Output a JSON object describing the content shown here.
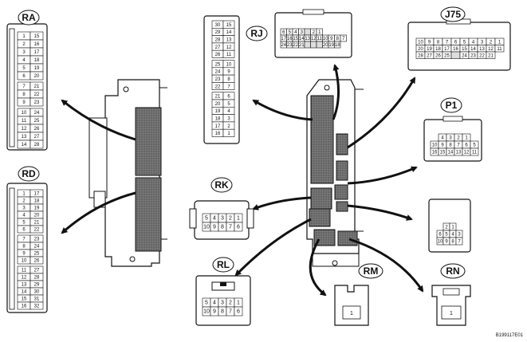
{
  "labels": {
    "ra": "RA",
    "rd": "RD",
    "rj": "RJ",
    "j75": "J75",
    "p1": "P1",
    "rk": "RK",
    "rl": "RL",
    "rm": "RM",
    "rn": "RN"
  },
  "ra_pins": [
    [
      "1",
      "15"
    ],
    [
      "2",
      "16"
    ],
    [
      "3",
      "17"
    ],
    [
      "4",
      "18"
    ],
    [
      "5",
      "19"
    ],
    [
      "6",
      "20"
    ],
    [
      "7",
      "21"
    ],
    [
      "8",
      "22"
    ],
    [
      "9",
      "23"
    ],
    [
      "10",
      "24"
    ],
    [
      "11",
      "25"
    ],
    [
      "12",
      "26"
    ],
    [
      "13",
      "27"
    ],
    [
      "14",
      "28"
    ]
  ],
  "rd_pins": [
    [
      "1",
      "17"
    ],
    [
      "2",
      "18"
    ],
    [
      "3",
      "19"
    ],
    [
      "4",
      "20"
    ],
    [
      "5",
      "21"
    ],
    [
      "6",
      "22"
    ],
    [
      "7",
      "23"
    ],
    [
      "8",
      "24"
    ],
    [
      "9",
      "25"
    ],
    [
      "10",
      "26"
    ],
    [
      "11",
      "27"
    ],
    [
      "12",
      "28"
    ],
    [
      "13",
      "29"
    ],
    [
      "14",
      "30"
    ],
    [
      "15",
      "31"
    ],
    [
      "16",
      "32"
    ]
  ],
  "rj_pins": [
    [
      "30",
      "15"
    ],
    [
      "29",
      "14"
    ],
    [
      "28",
      "13"
    ],
    [
      "27",
      "12"
    ],
    [
      "26",
      "11"
    ],
    [
      "25",
      "10"
    ],
    [
      "24",
      "9"
    ],
    [
      "23",
      "8"
    ],
    [
      "22",
      "7"
    ],
    [
      "21",
      "6"
    ],
    [
      "20",
      "5"
    ],
    [
      "19",
      "4"
    ],
    [
      "18",
      "3"
    ],
    [
      "17",
      "2"
    ],
    [
      "16",
      "1"
    ]
  ],
  "top_small_pins": [
    [
      "6",
      "5",
      "4",
      "3",
      "",
      "2",
      "1"
    ],
    [
      "17",
      "16",
      "15",
      "14",
      "13",
      "12",
      "11",
      "10",
      "9",
      "8",
      "7"
    ],
    [
      "24",
      "23",
      "22",
      "21",
      "",
      "",
      "",
      "20",
      "19",
      "18"
    ]
  ],
  "j75_pins": [
    [
      "10",
      "9",
      "8",
      "7",
      "6",
      "5",
      "4",
      "3",
      "2",
      "1"
    ],
    [
      "20",
      "19",
      "18",
      "17",
      "16",
      "15",
      "14",
      "13",
      "12",
      "11"
    ],
    [
      "28",
      "27",
      "26",
      "25",
      "",
      "24",
      "23",
      "22",
      "21"
    ]
  ],
  "p1_pins": [
    [
      "4",
      "3",
      "2",
      "1"
    ],
    [
      "10",
      "9",
      "8",
      "7",
      "6",
      "5"
    ],
    [
      "16",
      "15",
      "14",
      "13",
      "12",
      "11"
    ]
  ],
  "right_small_pins": [
    [
      "2",
      "1"
    ],
    [
      "6",
      "5",
      "4",
      "3"
    ],
    [
      "10",
      "9",
      "8",
      "7"
    ]
  ],
  "rk_pins": [
    [
      "5",
      "4",
      "3",
      "2",
      "1"
    ],
    [
      "10",
      "9",
      "8",
      "7",
      "6"
    ]
  ],
  "rl_pins": [
    [
      "5",
      "4",
      "3",
      "2",
      "1"
    ],
    [
      "10",
      "9",
      "8",
      "7",
      "6"
    ]
  ],
  "rm_pin": "1",
  "rn_pin": "1",
  "figure_code": "B199117E01"
}
